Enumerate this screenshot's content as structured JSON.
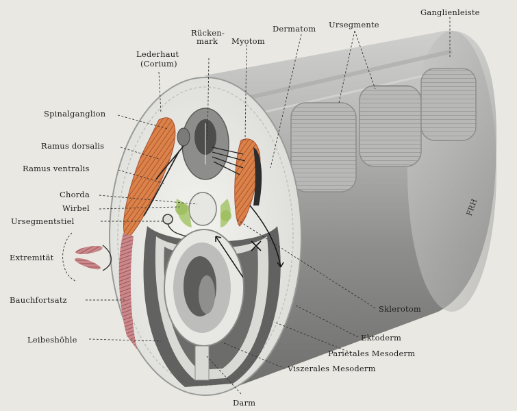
{
  "labels": {
    "ganglienleiste": "Ganglienleiste",
    "ursegmente": "Ursegmente",
    "dermatom": "Dermatom",
    "ruecken_1": "Rücken-",
    "ruecken_2": "mark",
    "myotom": "Myotom",
    "lederhaut_1": "Lederhaut",
    "lederhaut_2": "(Corium)",
    "spinalganglion": "Spinalganglion",
    "ramus_dorsalis": "Ramus dorsalis",
    "ramus_ventralis": "Ramus ventralis",
    "chorda": "Chorda",
    "wirbel": "Wirbel",
    "ursegmentstiel": "Ursegmentstiel",
    "extremitaet": "Extremität",
    "bauchfortsatz": "Bauchfortsatz",
    "leibeshoehle": "Leibeshöhle",
    "sklerotom": "Sklerotom",
    "ektoderm": "Ektoderm",
    "parietales_mesoderm": "Parietales Mesoderm",
    "viszerales_mesoderm": "Viszerales Mesoderm",
    "darm": "Darm"
  },
  "signature": "FRH"
}
